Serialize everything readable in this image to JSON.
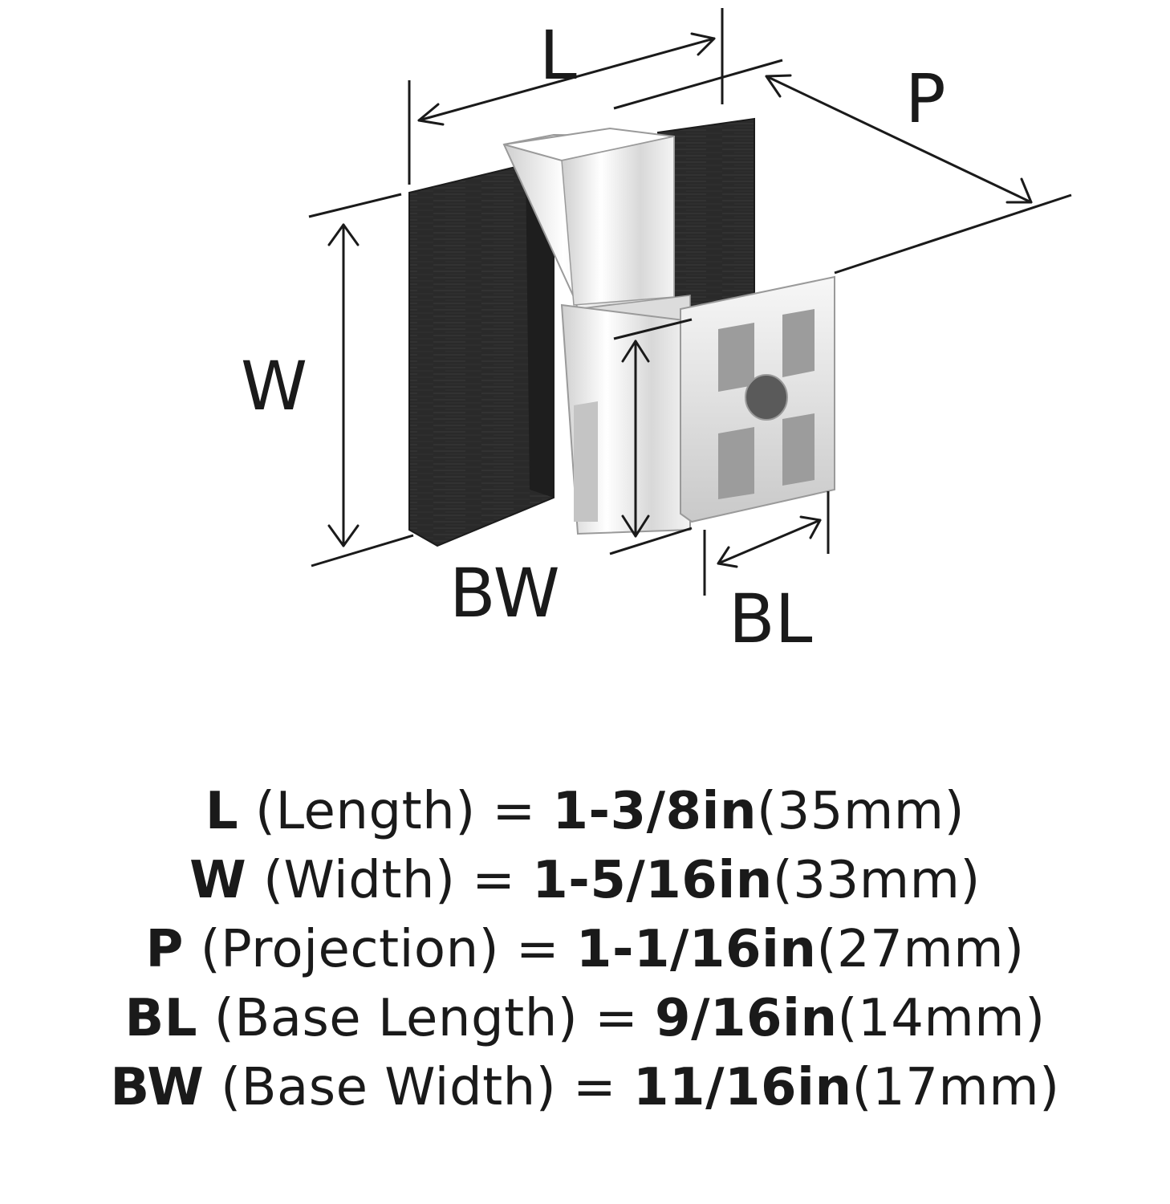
{
  "diagram": {
    "labels": {
      "L": "L",
      "P": "P",
      "W": "W",
      "BW": "BW",
      "BL": "BL"
    },
    "colors": {
      "wood": "#2b2b2b",
      "wood_dark": "#1c1c1c",
      "chrome": "#e9e9e9",
      "chrome_shadow": "#b8b8b8",
      "line": "#1a1a1a"
    }
  },
  "specs": [
    {
      "code": "L",
      "desc": " (Length) = ",
      "imperial": "1-3/8in",
      "metric": "(35mm)"
    },
    {
      "code": "W",
      "desc": " (Width) = ",
      "imperial": "1-5/16in",
      "metric": "(33mm)"
    },
    {
      "code": "P",
      "desc": " (Projection) = ",
      "imperial": "1-1/16in",
      "metric": "(27mm)"
    },
    {
      "code": "BL",
      "desc": " (Base Length) = ",
      "imperial": "9/16in",
      "metric": "(14mm)"
    },
    {
      "code": "BW",
      "desc": " (Base Width) = ",
      "imperial": "11/16in",
      "metric": "(17mm)"
    }
  ]
}
